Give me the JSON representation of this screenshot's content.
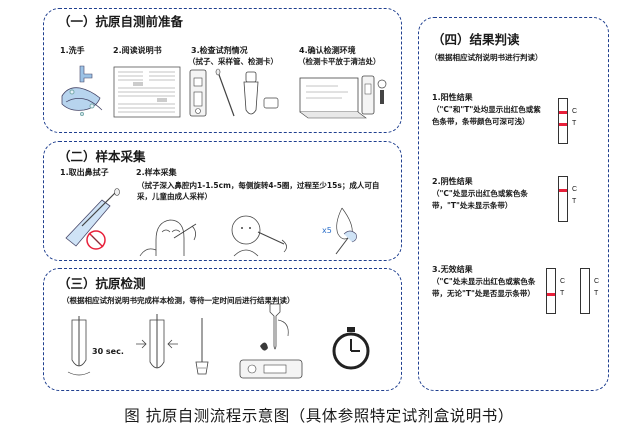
{
  "section1": {
    "title": "（一）抗原自测前准备",
    "steps": [
      "1.洗手",
      "2.阅读说明书",
      "3.检查试剂情况",
      "4.确认检测环境"
    ],
    "step3_note": "（拭子、采样管、检测卡）",
    "step4_note": "（检测卡平放于清洁处）"
  },
  "section2": {
    "title": "（二）样本采集",
    "steps": [
      "1.取出鼻拭子",
      "2.样本采集"
    ],
    "step2_note": "（拭子深入鼻腔内1-1.5cm，每侧旋转4-5圈，过程至少15s；成人可自采，儿童由成人采样）",
    "repeat_label": "x5"
  },
  "section3": {
    "title": "（三）抗原检测",
    "note": "（根据相应试剂说明书完成样本检测，等待一定时间后进行结果判读）",
    "time_label": "30 sec."
  },
  "section4": {
    "title": "（四）结果判读",
    "note": "（根据相应试剂说明书进行判读）",
    "results": [
      {
        "title": "1.阳性结果",
        "desc": "（\"C\"和\"T\"处均显示出红色或紫色条带，条带颜色可深可浅）"
      },
      {
        "title": "2.阴性结果",
        "desc": "（\"C\"处显示出红色或紫色条带，\"T\"处未显示条带）"
      },
      {
        "title": "3.无效结果",
        "desc": "（\"C\"处未显示出红色或紫色条带，无论\"T\"处是否显示条带）"
      }
    ],
    "c_label": "C",
    "t_label": "T"
  },
  "caption": "图 抗原自测流程示意图（具体参照特定试剂盒说明书）",
  "colors": {
    "border": "#1f3f8f",
    "band": "#e8203a"
  }
}
